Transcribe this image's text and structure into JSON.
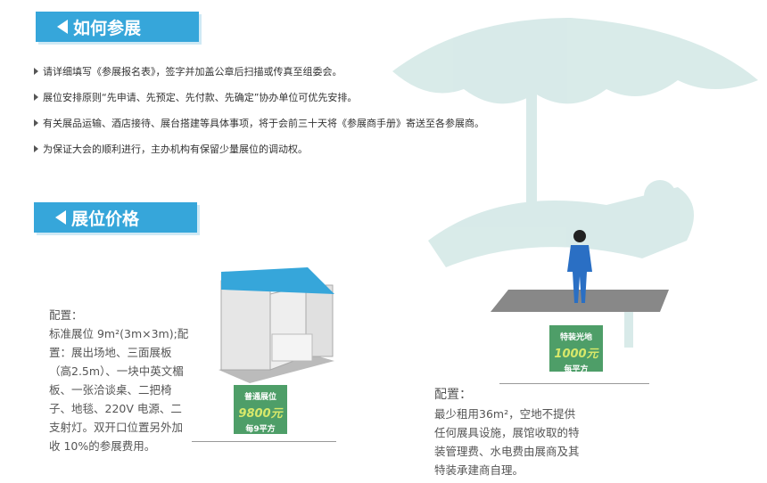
{
  "section1": {
    "title": "如何参展",
    "rules": [
      "请详细填写《参展报名表》，签字并加盖公章后扫描或传真至组委会。",
      "展位安排原则“先申请、先预定、先付款、先确定”协办单位可优先安排。",
      "有关展品运输、酒店接待、展台搭建等具体事项，将于会前三十天将《参展商手册》寄送至各参展商。",
      "为保证大会的顺利进行，主办机构有保留少量展位的调动权。"
    ]
  },
  "section2": {
    "title": "展位价格",
    "standard": {
      "config_label": "配置：",
      "config_text": "标准展位 9m²(3m×3m);配置：展出场地、三面展板（高2.5m）、一块中英文楣板、一张洽谈桌、二把椅子、地毯、220V 电源、二支射灯。双开口位置另外加收 10%的参展费用。",
      "price_title": "普通展位",
      "price": "9800元",
      "price_unit": "每9平方"
    },
    "raw": {
      "config_label": "配置：",
      "config_text": "最少租用36m²，空地不提供任何展具设施，展馆收取的特装管理费、水电费由展商及其特装承建商自理。",
      "price_title": "特装光地",
      "price": "1000元",
      "price_unit": "每平方"
    }
  },
  "colors": {
    "accent": "#36a6da",
    "price_bg": "#4e9e68"
  }
}
